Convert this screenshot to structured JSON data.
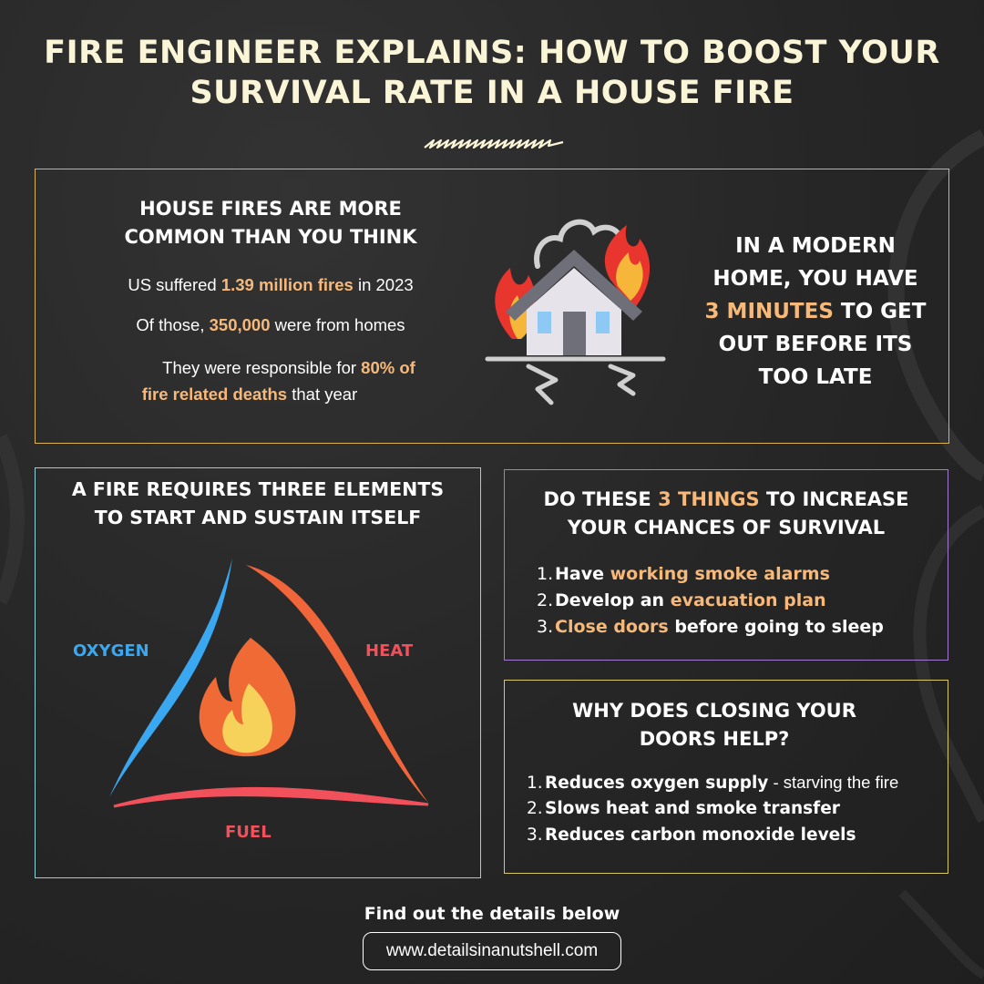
{
  "title": {
    "line1": "FIRE ENGINEER EXPLAINS: HOW TO BOOST YOUR",
    "line2": "SURVIVAL RATE IN A HOUSE FIRE"
  },
  "colors": {
    "title": "#fbf5d8",
    "highlight": "#f7b97a",
    "box1_border": "#d9b25a",
    "box2_border": "#8fd3e0",
    "box3_border": "#a07bd0",
    "box4_border": "#d9c86a",
    "oxygen": "#3aa8f0",
    "heat": "#f0663a",
    "fuel": "#f2505a"
  },
  "stats_box": {
    "heading_line1": "HOUSE FIRES ARE MORE",
    "heading_line2": "COMMON THAN YOU THINK",
    "stat1": {
      "pre": "US suffered ",
      "hl": "1.39 million fires",
      "post": " in 2023"
    },
    "stat2": {
      "pre": "Of those, ",
      "hl": "350,000",
      "post": " were from homes"
    },
    "stat3": {
      "pre": "They were responsible for ",
      "hl1": "80% of",
      "hl2": "fire related deaths",
      "post": " that year"
    },
    "icon": "burning-house-icon",
    "time_line1": "IN A MODERN",
    "time_line2": "HOME, YOU HAVE",
    "time_hl": "3 MINUTES",
    "time_line3_post": " TO GET",
    "time_line4": "OUT BEFORE ITS",
    "time_line5": "TOO LATE"
  },
  "triangle_box": {
    "heading_line1": "A FIRE REQUIRES THREE ELEMENTS",
    "heading_line2": "TO START AND SUSTAIN ITSELF",
    "oxygen": "OXYGEN",
    "heat": "HEAT",
    "fuel": "FUEL",
    "icon": "flame-icon"
  },
  "things_box": {
    "heading_pre": "DO THESE ",
    "heading_hl": "3 THINGS",
    "heading_post": " TO INCREASE",
    "heading_line2": "YOUR CHANCES OF SURVIVAL",
    "items": [
      {
        "num": "1.",
        "pre": "Have ",
        "hl": "working smoke alarms",
        "post": ""
      },
      {
        "num": "2.",
        "pre": "Develop an ",
        "hl": "evacuation plan",
        "post": ""
      },
      {
        "num": "3.",
        "pre": "",
        "hl": "Close doors",
        "post": " before going to sleep"
      }
    ]
  },
  "doors_box": {
    "heading_line1": "WHY DOES CLOSING YOUR",
    "heading_line2": "DOORS HELP?",
    "items": [
      {
        "num": "1.",
        "bold": "Reduces oxygen supply",
        "rest": " - starving the fire"
      },
      {
        "num": "2.",
        "bold": "Slows heat and smoke transfer",
        "rest": ""
      },
      {
        "num": "3.",
        "bold": "Reduces carbon monoxide levels",
        "rest": ""
      }
    ]
  },
  "footer": {
    "cta": "Find out the details below",
    "url": "www.detailsinanutshell.com"
  }
}
